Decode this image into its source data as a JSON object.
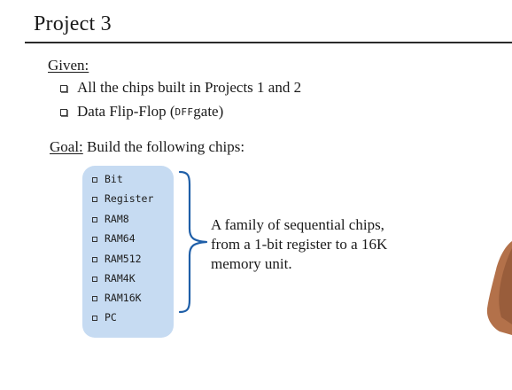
{
  "slide": {
    "title": "Project 3",
    "given": {
      "label": "Given:",
      "items": [
        {
          "text": "All the chips built in Projects 1 and 2"
        },
        {
          "text_before": "Data Flip-Flop (",
          "code": "DFF",
          "text_after": " gate)"
        }
      ]
    },
    "goal": {
      "label": "Goal:",
      "text": "Build the following chips:"
    },
    "chips": [
      "Bit",
      "Register",
      "RAM8",
      "RAM64",
      "RAM512",
      "RAM4K",
      "RAM16K",
      "PC"
    ],
    "description": [
      "A family of sequential chips,",
      "from a 1-bit register to a 16K",
      "memory unit."
    ]
  },
  "colors": {
    "chip_box": "#c6dbf2",
    "brace": "#1f5fa8",
    "text": "#1a1a1a",
    "skin": "#b3714a"
  }
}
